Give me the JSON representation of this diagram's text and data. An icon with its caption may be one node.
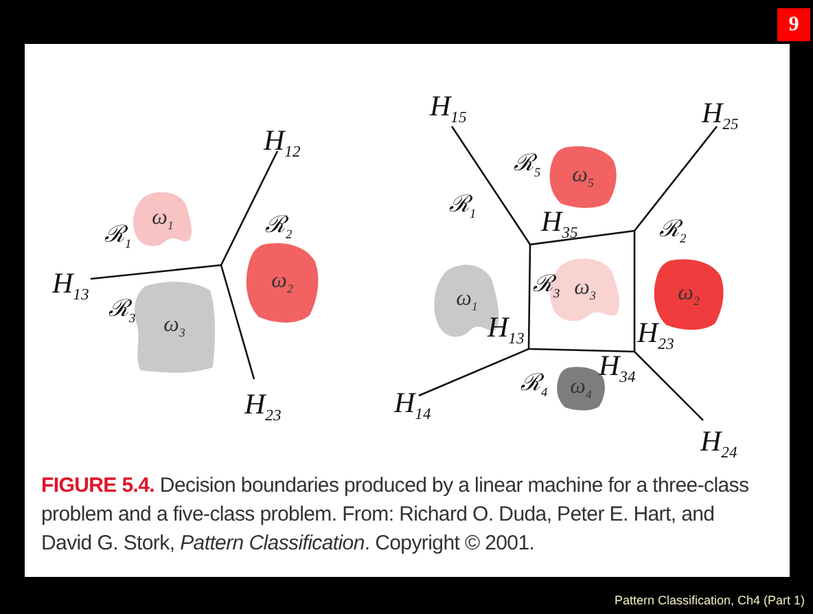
{
  "diagram": {
    "caption": "**FIGURE 5.4.** Decision boundaries produced by a linear machine for a three-class problem and a five-class problem. From: Richard O. Duda, Peter E. Hart, and David G. Stork, *Pattern Classification*. Copyright © 2001.",
    "nodes": [
      {
        "text": [
          "ω$_{1}$"
        ]
      },
      {
        "text": [
          "ω$_{2}$"
        ]
      },
      {
        "text": [
          "ω$_{3}$"
        ]
      },
      {
        "text": [
          "ω$_{5}$"
        ]
      },
      {
        "text": [
          "ω$_{1}$"
        ]
      },
      {
        "text": [
          "ω$_{3}$"
        ]
      },
      {
        "text": [
          "ω$_{2}$"
        ]
      },
      {
        "text": [
          "ω$_{4}$"
        ]
      }
    ],
    "labels": [
      "9",
      "H$_{12}$",
      "ℛ$_{1}$",
      "ℛ$_{2}$",
      "H$_{13}$",
      "ℛ$_{3}$",
      "H$_{23}$",
      "H$_{15}$",
      "H$_{25}$",
      "ℛ$_{5}$",
      "ℛ$_{1}$",
      "H$_{35}$",
      "ℛ$_{2}$",
      "ℛ$_{3}$",
      "H$_{13}$",
      "H$_{23}$",
      "H$_{34}$",
      "ℛ$_{4}$",
      "H$_{14}$",
      "H$_{24}$",
      "Pattern Classification, Ch4 (Part 1)"
    ]
  }
}
